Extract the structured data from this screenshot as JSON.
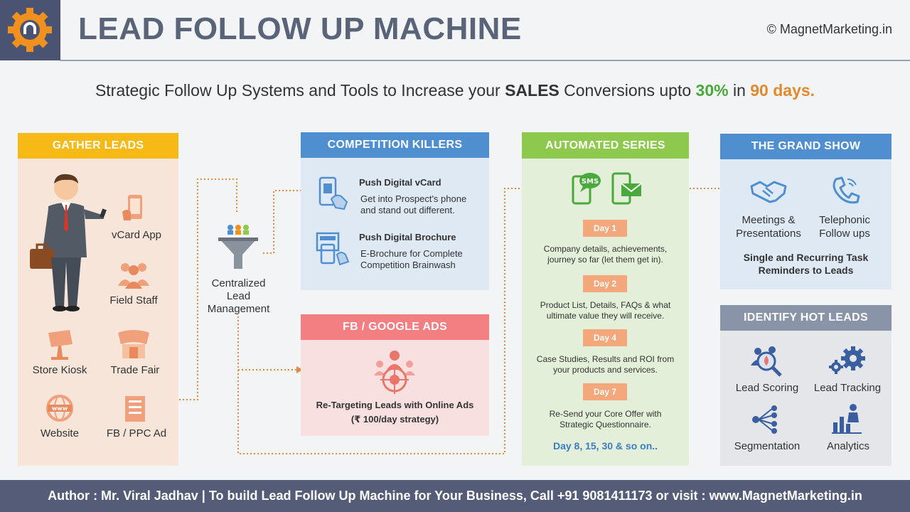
{
  "header": {
    "title": "LEAD FOLLOW UP MACHINE",
    "copyright": "© MagnetMarketing.in"
  },
  "subtitle": {
    "part1": "Strategic Follow Up Systems and Tools to Increase your ",
    "sales": "SALES",
    "part2": " Conversions upto ",
    "percent": "30%",
    "part3": " in ",
    "days": "90 days."
  },
  "gather": {
    "title": "GATHER LEADS",
    "items": [
      "vCard App",
      "Field Staff",
      "Store Kiosk",
      "Trade Fair",
      "Website",
      "FB / PPC Ad"
    ]
  },
  "centralized": {
    "line1": "Centralized",
    "line2": "Lead",
    "line3": "Management"
  },
  "competition": {
    "title": "COMPETITION  KILLERS",
    "items": [
      {
        "heading": "Push Digital vCard",
        "line1": "Get into Prospect's phone",
        "line2": "and stand out different."
      },
      {
        "heading": "Push Digital Brochure",
        "line1": "E-Brochure  for Complete",
        "line2": "Competition Brainwash"
      }
    ]
  },
  "ads": {
    "title": "FB / GOOGLE  ADS",
    "line1": "Re-Targeting  Leads with Online Ads",
    "line2": "(₹ 100/day  strategy)"
  },
  "automated": {
    "title": "AUTOMATED SERIES",
    "sms_label": "SMS",
    "steps": [
      {
        "day": "Day 1",
        "line1": "Company details, achievements,",
        "line2": "journey so far (let them get in)."
      },
      {
        "day": "Day 2",
        "line1": "Product List, Details, FAQs & what",
        "line2": "ultimate value they will receive."
      },
      {
        "day": "Day 4",
        "line1": "Case Studies, Results and ROI  from",
        "line2": "your products and services."
      },
      {
        "day": "Day 7",
        "line1": "Re-Send your Core Offer with",
        "line2": "Strategic Questionnaire."
      }
    ],
    "more": "Day 8, 15, 30 & so on.."
  },
  "grand": {
    "title": "THE GRAND  SHOW",
    "item1_line1": "Meetings &",
    "item1_line2": "Presentations",
    "item2_line1": "Telephonic",
    "item2_line2": "Follow ups",
    "note_line1": "Single and Recurring Task",
    "note_line2": "Reminders to Leads"
  },
  "hot": {
    "title": "IDENTIFY  HOT LEADS",
    "items": [
      "Lead Scoring",
      "Lead Tracking",
      "Segmentation",
      "Analytics"
    ]
  },
  "footer": {
    "text": "Author : Mr. Viral Jadhav  |  To build Lead Follow Up Machine for Your Business, Call +91 9081411173 or visit : www.MagnetMarketing.in"
  },
  "colors": {
    "gather": "#f6b915",
    "competition": "#4f8fd0",
    "ads": "#f47f82",
    "automated": "#8cc94c",
    "grand": "#4f8fd0",
    "hot": "#8a94a8",
    "footer": "#545c78"
  }
}
